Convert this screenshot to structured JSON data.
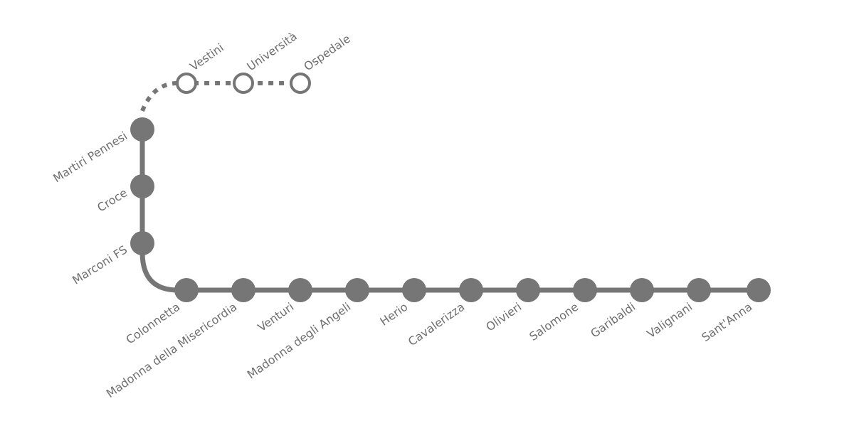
{
  "line_color": "#767676",
  "planned_stations": [
    {
      "name": "Vestini"
    },
    {
      "name": "Università"
    },
    {
      "name": "Ospedale"
    }
  ],
  "vertical_stations": [
    {
      "name": "Martiri Pennesi"
    },
    {
      "name": "Croce"
    },
    {
      "name": "Marconi FS"
    }
  ],
  "horizontal_stations": [
    {
      "name": "Colonnetta"
    },
    {
      "name": "Madonna della Misericordia"
    },
    {
      "name": "Venturi"
    },
    {
      "name": "Madonna degli Angeli"
    },
    {
      "name": "Herio"
    },
    {
      "name": "Cavalerizza"
    },
    {
      "name": "Olivieri"
    },
    {
      "name": "Salomone"
    },
    {
      "name": "Garibaldi"
    },
    {
      "name": "Valignani"
    },
    {
      "name": "Sant'Anna"
    }
  ]
}
